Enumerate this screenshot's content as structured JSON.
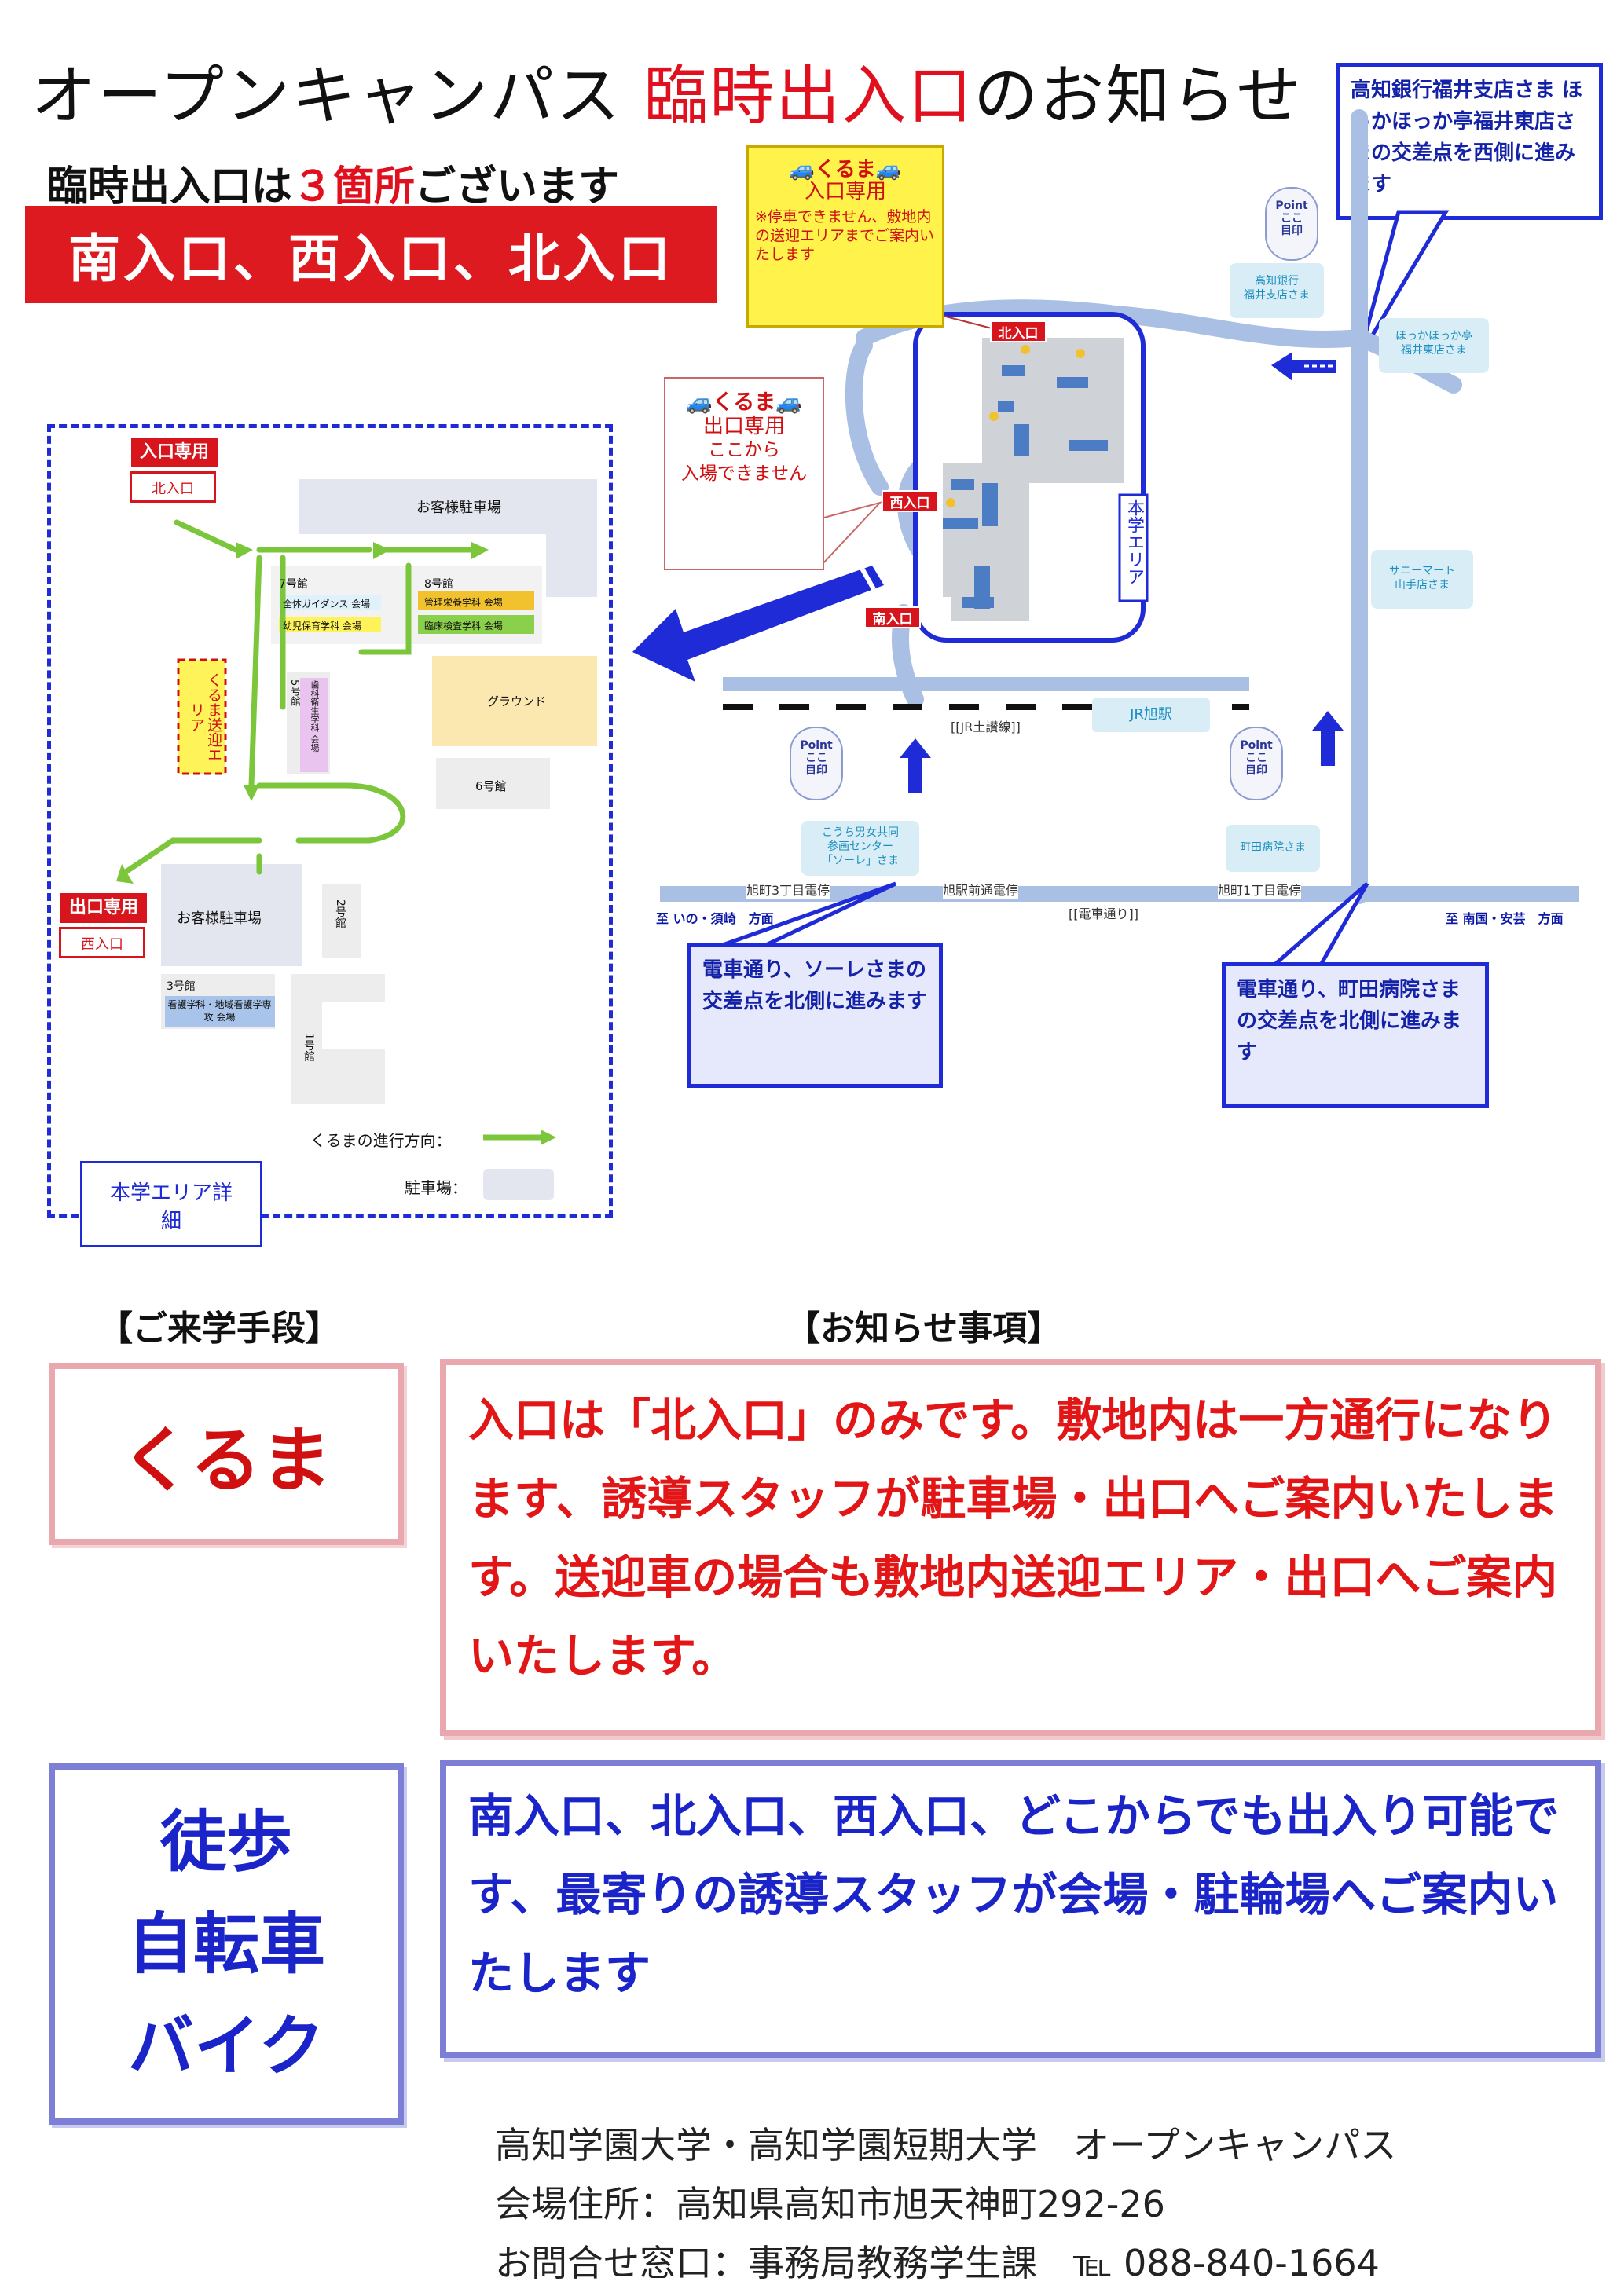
{
  "header": {
    "title_prefix": "オープンキャンパス ",
    "title_highlight": "臨時出入口",
    "title_suffix": "のお知らせ",
    "subtitle_prefix": "臨時出入口は",
    "subtitle_count": "３箇所",
    "subtitle_suffix": "ございます",
    "banner": "南入口、西入口、北入口"
  },
  "map": {
    "callout_top_right": "高知銀行福井支店さま ほっかほっか亭福井東店さまの交差点を西側に進みます",
    "yellow_note": {
      "title": "くるま",
      "line1": "入口専用",
      "line2": "※停車できません、敷地内の送迎エリアまでご案内いたします"
    },
    "white_note": {
      "title": "くるま",
      "line1": "出口専用",
      "line2": "ここから",
      "line3": "入場できません"
    },
    "entrances": {
      "north": "北入口",
      "west": "西入口",
      "south": "南入口"
    },
    "campus_label": "本学エリア",
    "points": [
      {
        "name": "Point",
        "line2": "ここ",
        "line3": "目印"
      },
      {
        "name": "Point",
        "line2": "ここ",
        "line3": "目印"
      },
      {
        "name": "Point",
        "line2": "ここ",
        "line3": "目印"
      }
    ],
    "shops": {
      "bank": "高知銀行\n福井支店さま",
      "hokka": "ほっかほっか亭\n福井東店さま",
      "sunny": "サニーマート\n山手店さま",
      "sole": "こうち男女共同\n参画センター\n「ソーレ」さま",
      "machida": "町田病院さま"
    },
    "rail_label": "[[JR土讃線]]",
    "jr_station": "JR旭駅",
    "stops": {
      "s1": "旭町3丁目電停",
      "s2": "旭駅前通電停",
      "s3": "旭町1丁目電停"
    },
    "tram_label": "[[電車通り]]",
    "left_dir": "至 いの・須崎　方面",
    "right_dir": "至 南国・安芸　方面",
    "callout_bottom_left": "電車通り、ソーレさまの交差点を北側に進みます",
    "callout_bottom_right": "電車通り、町田病院さまの交差点を北側に進みます"
  },
  "detail": {
    "entry_only": "入口専用",
    "north": "北入口",
    "exit_only": "出口専用",
    "west": "西入口",
    "parking_top": "お客様駐車場",
    "parking_bottom": "お客様駐車場",
    "b7": "7号館",
    "b7_1": "全体ガイダンス 会場",
    "b7_2": "幼児保育学科 会場",
    "b8": "8号館",
    "b8_1": "管理栄養学科 会場",
    "b8_2": "臨床検査学科 会場",
    "b5": "5号館",
    "b5_dept": "歯科衛生学科 会場",
    "ground": "グラウンド",
    "b6": "6号館",
    "b2": "2号館",
    "b3": "3号館",
    "b3_dept": "看護学科・地域看護学専攻 会場",
    "b1": "1号館",
    "pickup": "くるま送迎エリア",
    "legend_car": "くるまの進行方向：",
    "legend_parking": "駐車場：",
    "area_label": "本学エリア詳細"
  },
  "sections": {
    "means_head": "【ご来学手段】",
    "notice_head": "【お知らせ事項】",
    "car": "くるま",
    "walk1": "徒歩",
    "walk2": "自転車",
    "walk3": "バイク",
    "car_notice": "入口は「北入口」のみです。敷地内は一方通行になります、誘導スタッフが駐車場・出口へご案内いたします。送迎車の場合も敷地内送迎エリア・出口へご案内いたします。",
    "walk_notice": "南入口、北入口、西入口、どこからでも出入り可能です、最寄りの誘導スタッフが会場・駐輪場へご案内いたします"
  },
  "footer": {
    "line1": "高知学園大学・高知学園短期大学　オープンキャンパス",
    "line2": "会場住所：高知県高知市旭天神町292-26",
    "line3": "お問合せ窓口：事務局教務学生課　℡ 088-840-1664"
  },
  "colors": {
    "red": "#e0101e",
    "blue": "#1f2bd6",
    "green": "#7cc63c",
    "road": "#a9bfe3"
  }
}
